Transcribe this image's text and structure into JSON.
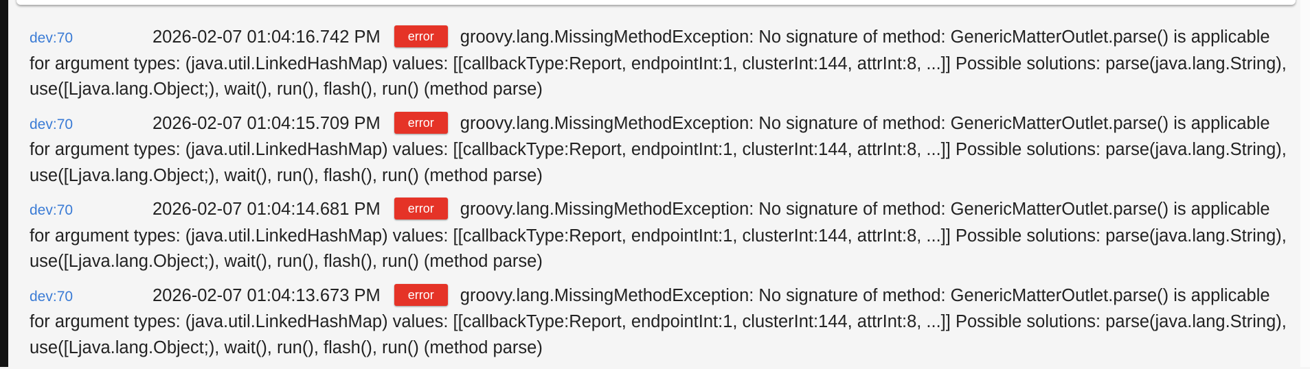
{
  "log": {
    "entries": [
      {
        "device": "dev:70",
        "timestamp": "2026-02-07 01:04:16.742 PM",
        "level": "error",
        "message": "groovy.lang.MissingMethodException: No signature of method: GenericMatterOutlet.parse() is applicable for argument types: (java.util.LinkedHashMap) values: [[callbackType:Report, endpointInt:1, clusterInt:144, attrInt:8, ...]] Possible solutions: parse(java.lang.String), use([Ljava.lang.Object;), wait(), run(), flash(), run() (method parse)"
      },
      {
        "device": "dev:70",
        "timestamp": "2026-02-07 01:04:15.709 PM",
        "level": "error",
        "message": "groovy.lang.MissingMethodException: No signature of method: GenericMatterOutlet.parse() is applicable for argument types: (java.util.LinkedHashMap) values: [[callbackType:Report, endpointInt:1, clusterInt:144, attrInt:8, ...]] Possible solutions: parse(java.lang.String), use([Ljava.lang.Object;), wait(), run(), flash(), run() (method parse)"
      },
      {
        "device": "dev:70",
        "timestamp": "2026-02-07 01:04:14.681 PM",
        "level": "error",
        "message": "groovy.lang.MissingMethodException: No signature of method: GenericMatterOutlet.parse() is applicable for argument types: (java.util.LinkedHashMap) values: [[callbackType:Report, endpointInt:1, clusterInt:144, attrInt:8, ...]] Possible solutions: parse(java.lang.String), use([Ljava.lang.Object;), wait(), run(), flash(), run() (method parse)"
      },
      {
        "device": "dev:70",
        "timestamp": "2026-02-07 01:04:13.673 PM",
        "level": "error",
        "message": "groovy.lang.MissingMethodException: No signature of method: GenericMatterOutlet.parse() is applicable for argument types: (java.util.LinkedHashMap) values: [[callbackType:Report, endpointInt:1, clusterInt:144, attrInt:8, ...]] Possible solutions: parse(java.lang.String), use([Ljava.lang.Object;), wait(), run(), flash(), run() (method parse)"
      }
    ]
  },
  "colors": {
    "error_badge": "#e53327",
    "device_link": "#3a7bd5"
  }
}
